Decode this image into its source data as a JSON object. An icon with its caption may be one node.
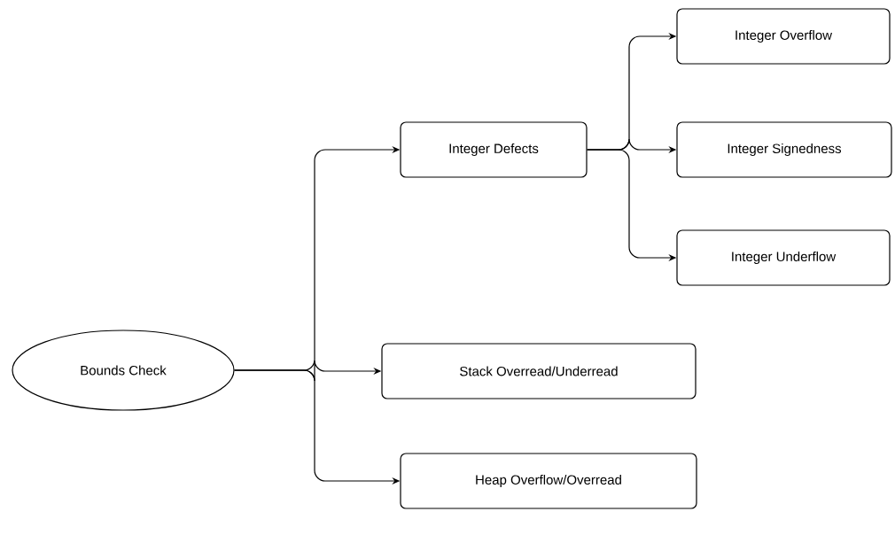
{
  "diagram": {
    "nodes": [
      {
        "text": [
          "Bounds Check"
        ]
      },
      {
        "text": [
          "Integer Defects"
        ]
      },
      {
        "text": [
          "Integer Overflow"
        ]
      },
      {
        "text": [
          "Integer Signedness"
        ]
      },
      {
        "text": [
          "Integer Underflow"
        ]
      },
      {
        "text": [
          "Stack Overread/Underread"
        ]
      },
      {
        "text": [
          "Heap Overflow/Overread"
        ]
      }
    ],
    "edges": [
      {
        "from": 0,
        "to": 1,
        "arrow": "to"
      },
      {
        "from": 0,
        "to": 5,
        "arrow": "to"
      },
      {
        "from": 0,
        "to": 6,
        "arrow": "to"
      },
      {
        "from": 1,
        "to": 2,
        "arrow": "to"
      },
      {
        "from": 1,
        "to": 3,
        "arrow": "to"
      },
      {
        "from": 1,
        "to": 4,
        "arrow": "to"
      }
    ]
  }
}
